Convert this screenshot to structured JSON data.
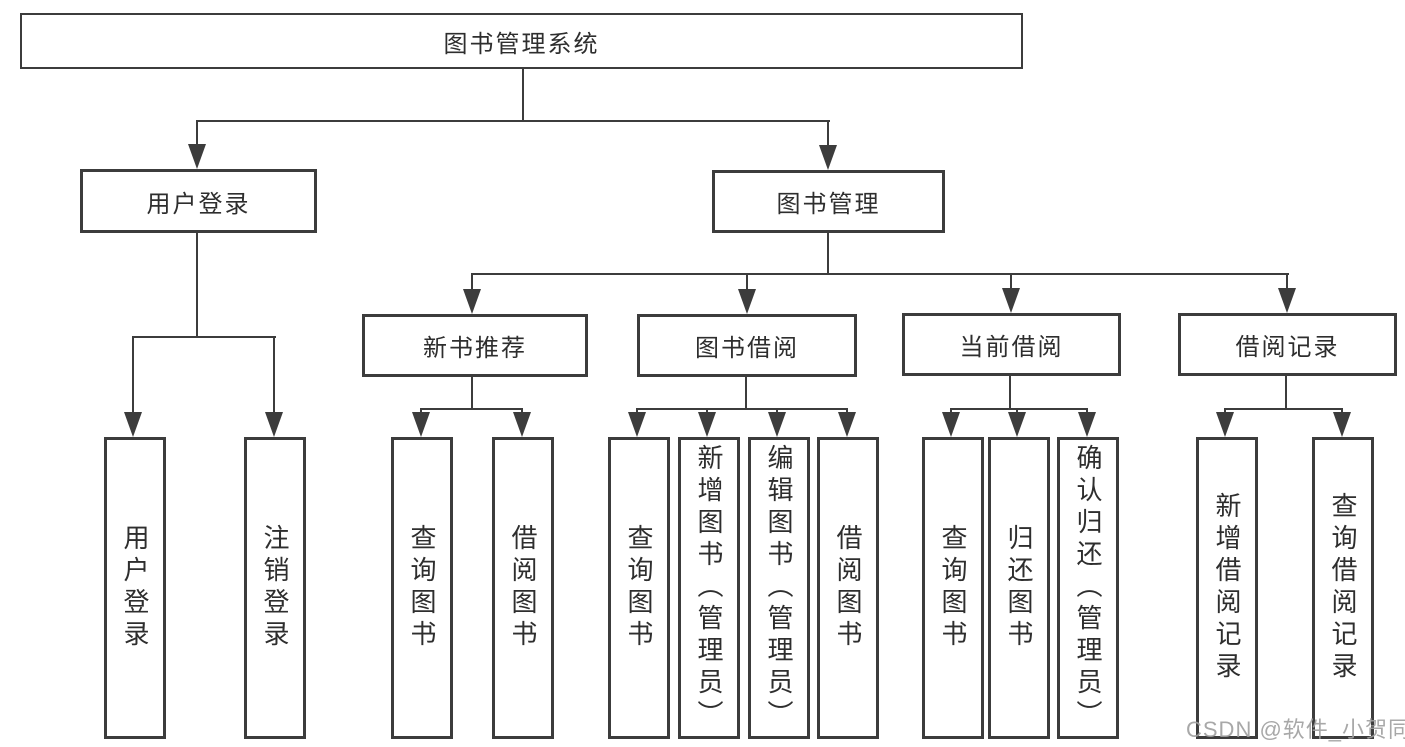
{
  "diagram": {
    "root": {
      "label": "图书管理系统"
    },
    "user_login": {
      "label": "用户登录",
      "children": [
        "用户登录",
        "注销登录"
      ]
    },
    "book_management": {
      "label": "图书管理",
      "sections": [
        {
          "label": "新书推荐",
          "children": [
            "查询图书",
            "借阅图书"
          ]
        },
        {
          "label": "图书借阅",
          "children": [
            "查询图书",
            "新增图书（管理员）",
            "编辑图书（管理员）",
            "借阅图书"
          ]
        },
        {
          "label": "当前借阅",
          "children": [
            "查询图书",
            "归还图书",
            "确认归还（管理员）"
          ]
        },
        {
          "label": "借阅记录",
          "children": [
            "新增借阅记录",
            "查询借阅记录"
          ]
        }
      ]
    }
  },
  "watermark": {
    "text": "CSDN @软件_小贺同学"
  }
}
